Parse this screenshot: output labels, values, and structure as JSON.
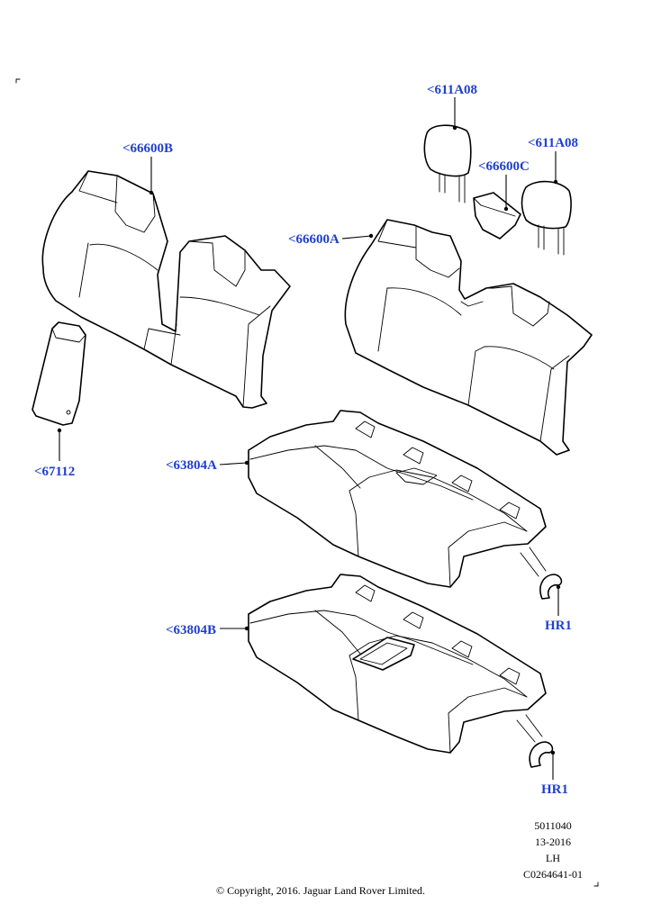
{
  "callouts": {
    "rear_backrest_left": "<66600B",
    "rear_backrest_right": "<66600A",
    "armrest": "<67112",
    "headrest_left": "<611A08",
    "headrest_right": "<611A08",
    "center_cover": "<66600C",
    "cushion_a": "<63804A",
    "cushion_b": "<63804B",
    "hog_ring_1": "HR1",
    "hog_ring_2": "HR1"
  },
  "drawing_info": {
    "number": "5011040",
    "date": "13-2016",
    "side": "LH",
    "code": "C0264641-01"
  },
  "footer": {
    "copyright": "© Copyright, 2016. Jaguar Land Rover Limited."
  },
  "colors": {
    "callout_text": "#1f3fcf",
    "line": "#000000",
    "background": "#ffffff"
  }
}
